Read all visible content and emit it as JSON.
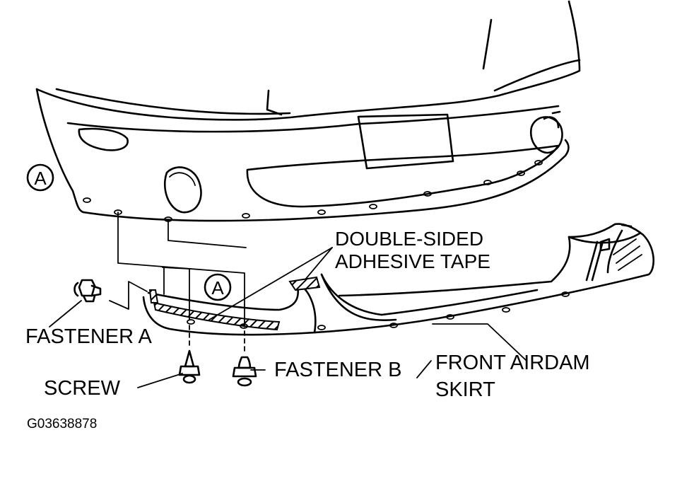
{
  "labels": {
    "tape_line1": "DOUBLE-SIDED",
    "tape_line2": "ADHESIVE TAPE",
    "fastener_a": "FASTENER A",
    "fastener_b": "FASTENER B",
    "screw": "SCREW",
    "skirt_line1": "FRONT AIRDAM",
    "skirt_line2": "SKIRT",
    "callout_a": "A",
    "figure_id": "G03638878"
  }
}
